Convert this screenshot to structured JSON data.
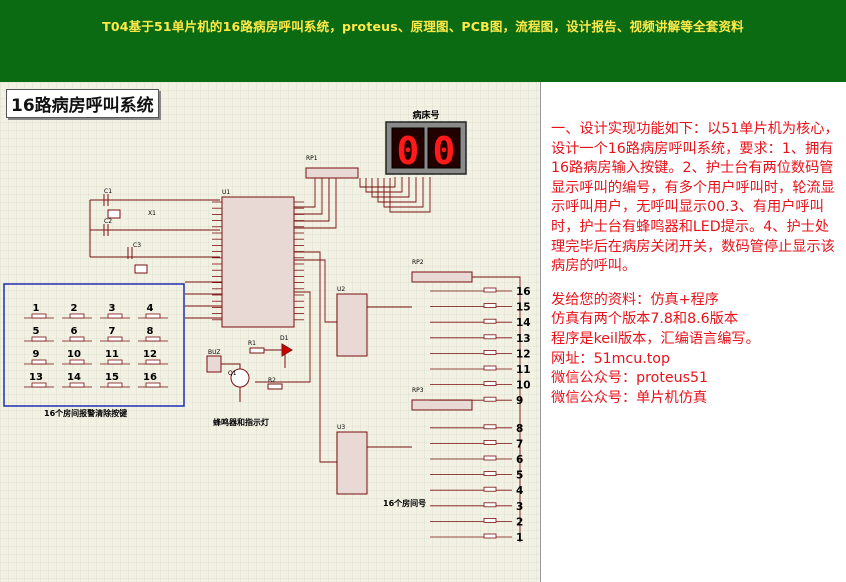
{
  "banner": {
    "title": "T04基于51单片机的16路病房呼叫系统，proteus、原理图、PCB图，流程图，设计报告、视频讲解等全套资料",
    "bg_color": "#0a6b12",
    "text_color": "#ffe94a"
  },
  "schematic": {
    "title": "16路病房呼叫系统",
    "display_label": "病床号",
    "display_value": "00",
    "keypad_caption": "16个房间报警清除按键",
    "buzzer_caption": "蜂鸣器和指示灯",
    "rooms_caption": "16个房间号",
    "keypad_keys": [
      "1",
      "2",
      "3",
      "4",
      "5",
      "6",
      "7",
      "8",
      "9",
      "10",
      "11",
      "12",
      "13",
      "14",
      "15",
      "16"
    ],
    "room_numbers": [
      "16",
      "15",
      "14",
      "13",
      "12",
      "11",
      "10",
      "9",
      "8",
      "7",
      "6",
      "5",
      "4",
      "3",
      "2",
      "1"
    ],
    "component_labels": [
      "C1",
      "C2",
      "C3",
      "X1",
      "U1",
      "RP1",
      "RP2",
      "RP3",
      "U2",
      "U3",
      "BUZ",
      "Q1",
      "R1",
      "R2",
      "D1"
    ],
    "grid_color": "#c9d4ba",
    "wire_color": "#7a1010"
  },
  "description": {
    "paragraph": "一、设计实现功能如下：以51单片机为核心，设计一个16路病房呼叫系统，要求：1、拥有16路病房输入按键。2、护士台有两位数码管显示呼叫的编号，有多个用户呼叫时，轮流显示呼叫用户，无呼叫显示00.3、有用户呼叫时，护士台有蜂鸣器和LED提示。4、护士处理完毕后在病房关闭开关，数码管停止显示该病房的呼叫。",
    "lines": [
      "发给您的资料：仿真+程序",
      "仿真有两个版本7.8和8.6版本",
      "程序是keil版本，汇编语言编写。",
      "网址：51mcu.top",
      "微信公众号：proteus51",
      "微信公众号：单片机仿真"
    ],
    "text_color": "#e8121b"
  }
}
